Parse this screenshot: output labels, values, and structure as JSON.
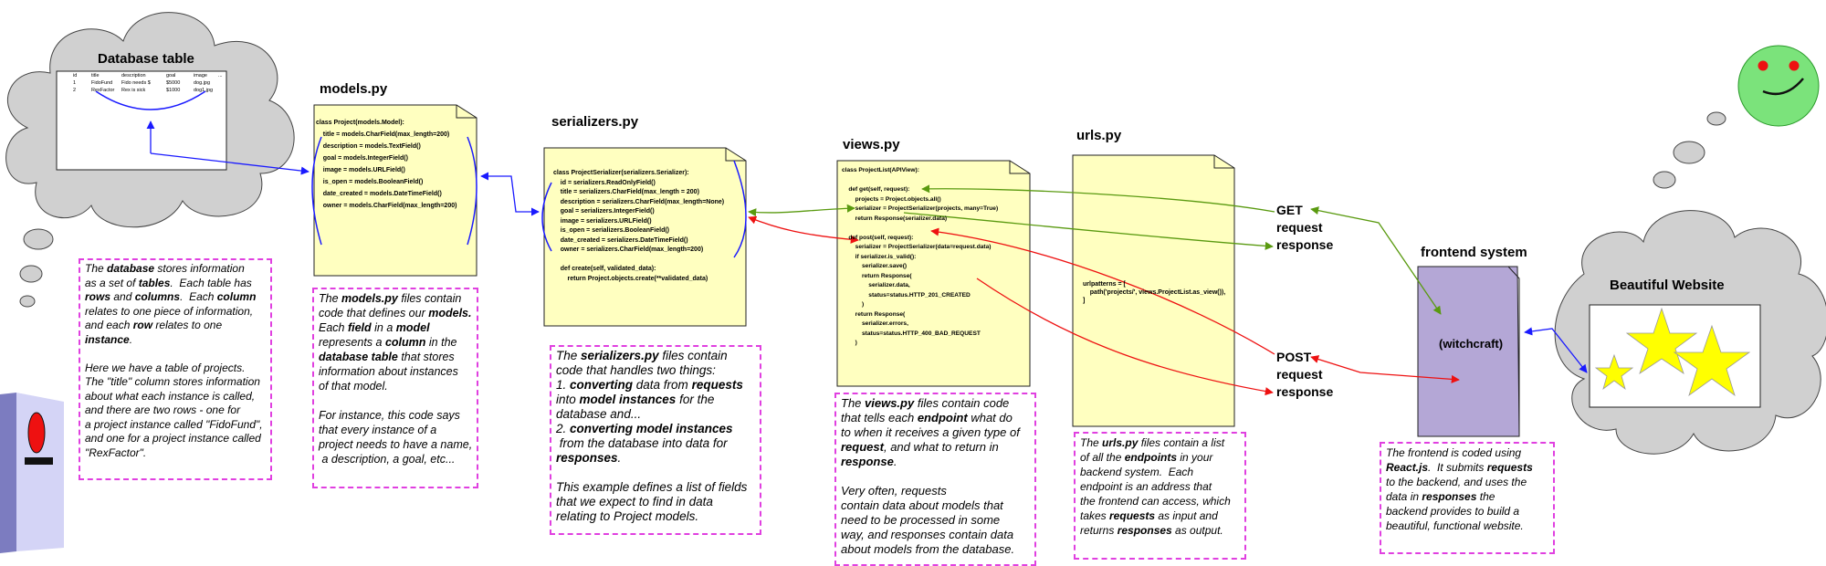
{
  "db": {
    "title": "Database table",
    "headers": [
      "id",
      "title",
      "description",
      "goal",
      "image",
      "..."
    ],
    "rows": [
      [
        "1",
        "FidoFund",
        "Fido needs $",
        "$5000",
        "dog.jpg",
        ""
      ],
      [
        "2",
        "RexFactor",
        "Rex is sick",
        "$1000",
        "dog1.jpg",
        ""
      ]
    ],
    "note": "The |database| stores information\nas a set of |tables|.  Each table has\n|rows| and |columns|.  Each |column|\nrelates to one piece of information,\nand each |row| relates to one\n|instance|.\n\nHere we have a table of projects.\nThe \"title\" column stores information\nabout what each instance is called,\nand there are two rows - one for\na project instance called \"FidoFund\",\nand one for a project instance called\n\"RexFactor\"."
  },
  "models": {
    "title": "models.py",
    "code": "class Project(models.Model):\n    title = models.CharField(max_length=200)\n    description = models.TextField()\n    goal = models.IntegerField()\n    image = models.URLField()\n    is_open = models.BooleanField()\n    date_created = models.DateTimeField()\n    owner = models.CharField(max_length=200)",
    "note": "The |models.py| files contain\ncode that defines our |models.|\nEach |field| in a |model|\nrepresents a |column| in the\n|database table| that stores\ninformation about instances\nof that model.\n\nFor instance, this code says\nthat every instance of a\nproject needs to have a name,\n a description, a goal, etc..."
  },
  "serializers": {
    "title": "serializers.py",
    "code": "class ProjectSerializer(serializers.Serializer):\n    id = serializers.ReadOnlyField()\n    title = serializers.CharField(max_length = 200)\n    description = serializers.CharField(max_length=None)\n    goal = serializers.IntegerField()\n    image = serializers.URLField()\n    is_open = serializers.BooleanField()\n    date_created = serializers.DateTimeField()\n    owner = serializers.CharField(max_length=200)\n\n    def create(self, validated_data):\n        return Project.objects.create(**validated_data)",
    "note": "The |serializers.py| files contain\ncode that handles two things:\n1. |converting| data from |requests|\ninto |model instances| for the\ndatabase and...\n2. |converting model instances|\n from the database into data for\n|responses|.\n\nThis example defines a list of fields\nthat we expect to find in data\nrelating to Project models."
  },
  "views": {
    "title": "views.py",
    "code": "class ProjectList(APIView):\n\n    def get(self, request):\n        projects = Project.objects.all()\n        serializer = ProjectSerializer(projects, many=True)\n        return Response(serializer.data)\n\n    def post(self, request):\n        serializer = ProjectSerializer(data=request.data)\n        if serializer.is_valid():\n            serializer.save()\n            return Response(\n                serializer.data,\n                status=status.HTTP_201_CREATED\n            )\n        return Response(\n            serializer.errors,\n            status=status.HTTP_400_BAD_REQUEST\n        )",
    "note": "The |views.py| files contain code\nthat tells each |endpoint| what do\nto when it receives a given type of\n|request|, and what to return in\n|response|.\n\nVery often, requests\ncontain data about models that\nneed to be processed in some\nway, and responses contain data\nabout models from the database."
  },
  "urls": {
    "title": "urls.py",
    "code": "urlpatterns = [\n    path('projects/', views.ProjectList.as_view()),\n]",
    "note": "The |urls.py| files contain a list\nof all the |endpoints| in your\nbackend system.  Each\nendpoint is an address that\nthe frontend can access, which\ntakes |requests| as input and\nreturns |responses| as output."
  },
  "get_label": "GET\nrequest\nresponse",
  "post_label": "POST\nrequest\nresponse",
  "frontend": {
    "title": "frontend system",
    "box_label": "(witchcraft)",
    "note": "The frontend is coded using\n|React.js|.  It submits |requests|\nto the backend, and uses the\ndata in |responses| the\nbackend provides to build a\nbeautiful, functional website."
  },
  "website": {
    "title": "Beautiful Website"
  },
  "colors": {
    "note_border": "#e040e0",
    "doc_fill": "#ffffc0",
    "frontend_fill": "#b4a7d6",
    "cloud_fill": "#d0d0d0",
    "blue_arrow": "#1a1aff",
    "green_arrow": "#5a9a10",
    "red_arrow": "#ee1111",
    "star": "#ffff00",
    "smiley": "#7be37b"
  }
}
